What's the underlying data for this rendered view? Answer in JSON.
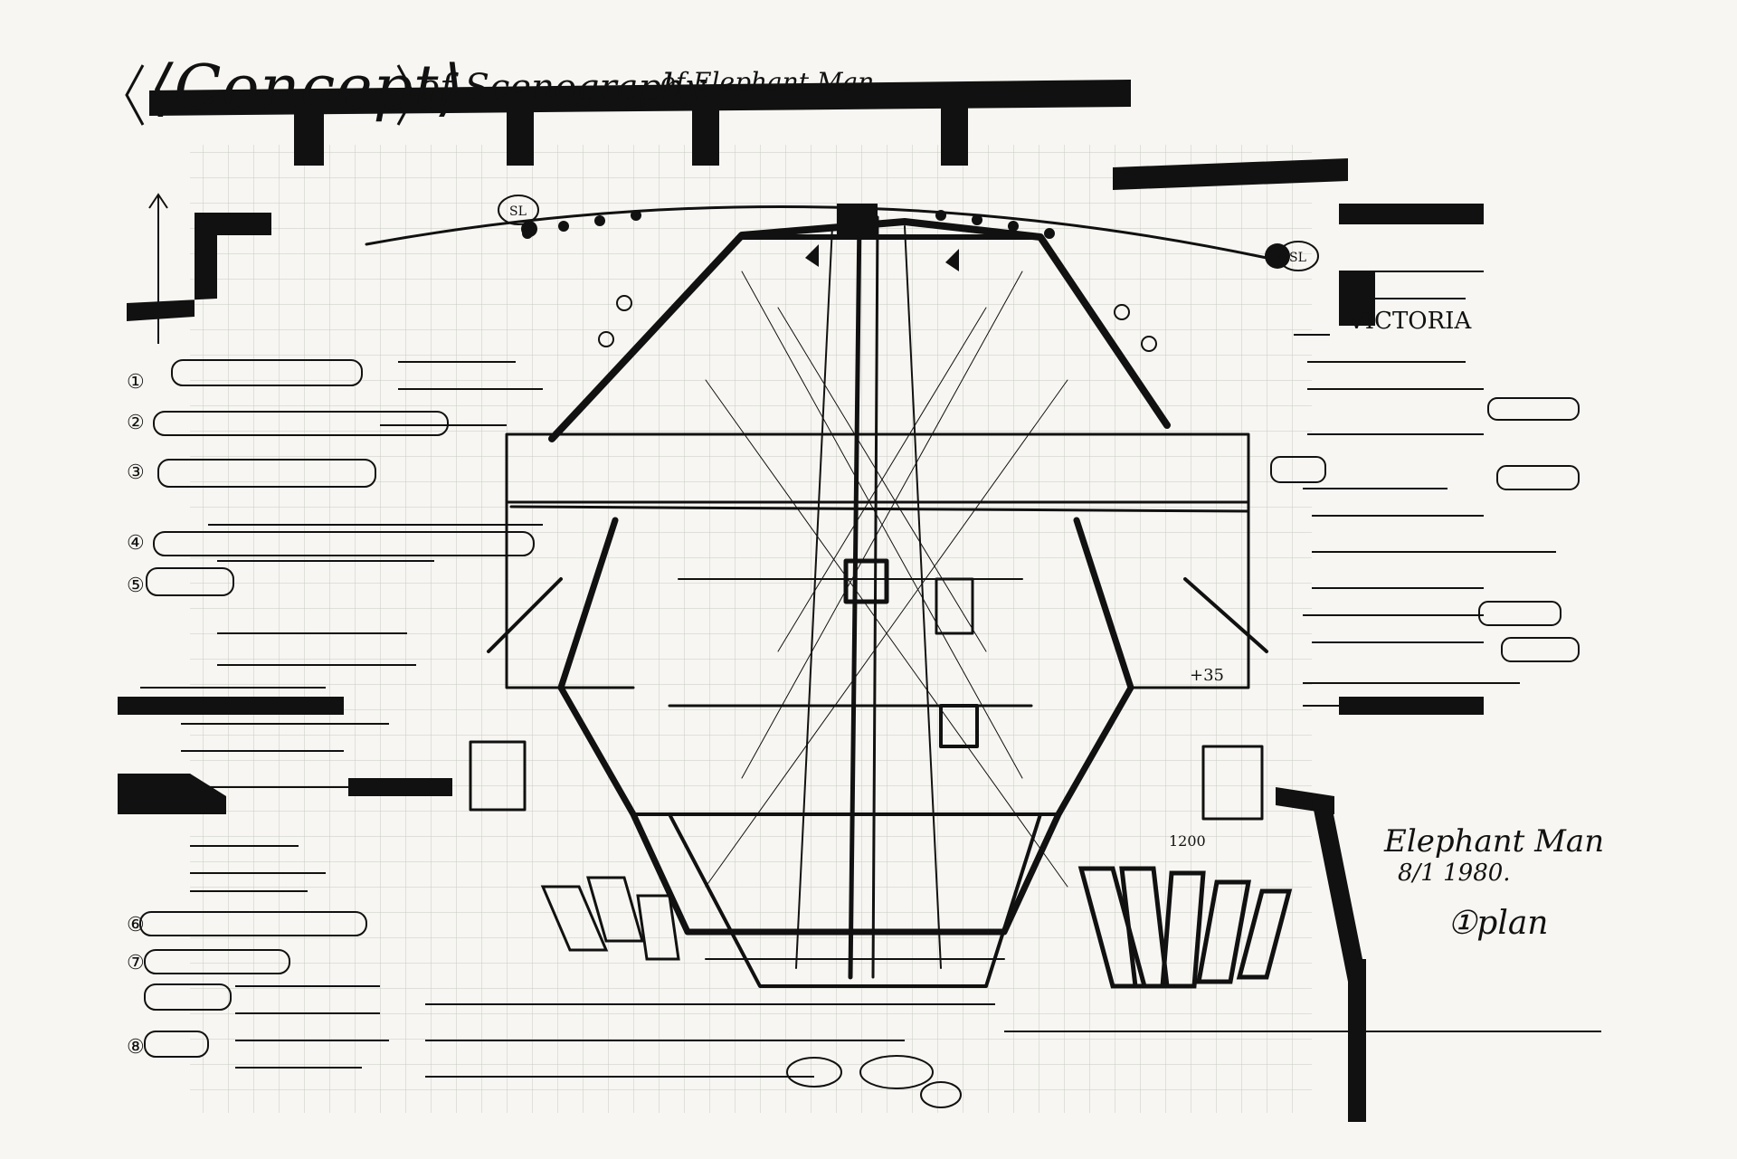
{
  "title": {
    "concept": "⟨Concept⟩",
    "of_scenography": "of Scenography.",
    "elephant_man": "of Elephant Man"
  },
  "labels": {
    "sl_left": "SL",
    "sl_right": "SL",
    "victoria": "VICTORIA",
    "signature": "Elephant Man",
    "date": "8/1 1980.",
    "plan": "①plan",
    "list_numbers": [
      "①",
      "②",
      "③",
      "④",
      "⑤",
      "⑥",
      "⑦",
      "⑧"
    ],
    "dim_1200": "1200",
    "dim_35": "+35"
  }
}
